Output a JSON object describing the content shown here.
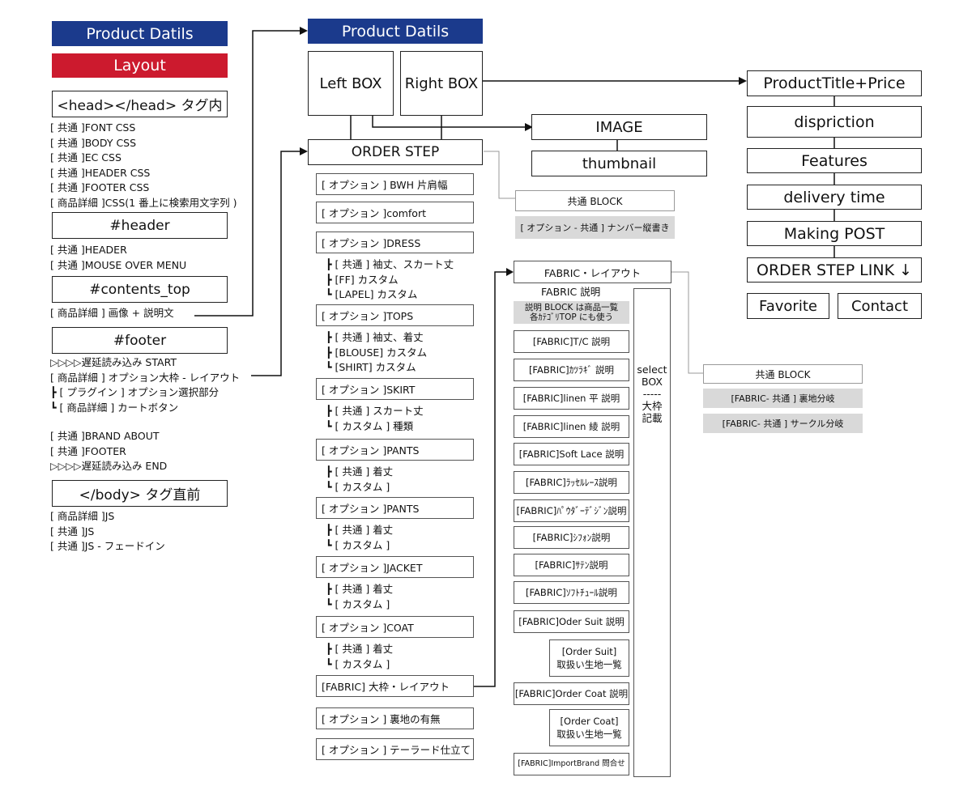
{
  "left_column": {
    "title": "Product Datils",
    "layout_label": "Layout",
    "head_box": "<head></head> タグ内",
    "head_items": [
      "[ 共通 ]FONT CSS",
      "[ 共通 ]BODY CSS",
      "[ 共通 ]EC CSS",
      "[ 共通 ]HEADER CSS",
      "[ 共通 ]FOOTER CSS",
      "[ 商品詳細 ]CSS(1 番上に検索用文字列 )"
    ],
    "header_box": "#header",
    "header_items": [
      "[ 共通 ]HEADER",
      "[ 共通 ]MOUSE OVER MENU"
    ],
    "contents_top_box": "#contents_top",
    "contents_top_item": "[ 商品詳細 ] 画像 + 説明文",
    "footer_box": "#footer",
    "footer_items": [
      "▷▷▷▷遅延読み込み START",
      "[ 商品詳細 ] オプション大枠 - レイアウト",
      "┣ [ プラグイン ] オプション選択部分",
      "┗ [ 商品詳細 ] カートボタン"
    ],
    "footer_items2": [
      "[ 共通 ]BRAND ABOUT",
      "[ 共通 ]FOOTER",
      "▷▷▷▷遅延読み込み END"
    ],
    "body_end_box": "</body> タグ直前",
    "body_end_items": [
      "[ 商品詳細 ]JS",
      "[ 共通 ]JS",
      "[ 共通 ]JS - フェードイン"
    ]
  },
  "middle_column": {
    "title": "Product Datils",
    "left_box": "Left BOX",
    "right_box": "Right BOX",
    "order_step": "ORDER STEP",
    "options": [
      {
        "label": "[ オプション ] BWH 片肩幅",
        "subs": []
      },
      {
        "label": "[ オプション ]comfort",
        "subs": []
      },
      {
        "label": "[ オプション ]DRESS",
        "subs": [
          "┣ [ 共通 ] 袖丈、スカート丈",
          "┣ [FF] カスタム",
          "┗ [LAPEL] カスタム"
        ]
      },
      {
        "label": "[ オプション ]TOPS",
        "subs": [
          "┣ [ 共通 ] 袖丈、着丈",
          "┣ [BLOUSE] カスタム",
          "┗ [SHIRT] カスタム"
        ]
      },
      {
        "label": "[ オプション ]SKIRT",
        "subs": [
          "┣ [ 共通 ] スカート丈",
          "┗ [ カスタム ] 種類"
        ]
      },
      {
        "label": "[ オプション ]PANTS",
        "subs": [
          "┣ [ 共通 ] 着丈",
          "┗ [ カスタム ]"
        ]
      },
      {
        "label": "[ オプション ]PANTS",
        "subs": [
          "┣ [ 共通 ] 着丈",
          "┗ [ カスタム ]"
        ]
      },
      {
        "label": "[ オプション ]JACKET",
        "subs": [
          "┣ [ 共通 ] 着丈",
          "┗ [ カスタム ]"
        ]
      },
      {
        "label": "[ オプション ]COAT",
        "subs": [
          "┣ [ 共通 ] 着丈",
          "┗ [ カスタム ]"
        ]
      },
      {
        "label": "[FABRIC] 大枠・レイアウト",
        "subs": []
      },
      {
        "label": "[ オプション ] 裏地の有無",
        "subs": []
      },
      {
        "label": "[ オプション ] テーラード仕立て",
        "subs": []
      }
    ],
    "image": "IMAGE",
    "thumbnail": "thumbnail",
    "common_block": "共通 BLOCK",
    "common_block_item": "[ オプション - 共通 ] ナンバー縦書き"
  },
  "fabric": {
    "layout": "FABRIC・レイアウト",
    "description": "FABRIC 説明",
    "description_note": [
      "説明 BLOCK は商品一覧",
      "各ｶﾃｺﾞﾘTOP にも使う"
    ],
    "items": [
      {
        "label": "[FABRIC]T/C 説明",
        "indent": false
      },
      {
        "label": "[FABRIC]ｶﾂﾗｷﾞ 説明",
        "indent": false
      },
      {
        "label": "[FABRIC]linen 平 説明",
        "indent": false
      },
      {
        "label": "[FABRIC]linen 綾 説明",
        "indent": false
      },
      {
        "label": "[FABRIC]Soft Lace 説明",
        "indent": false
      },
      {
        "label": "[FABRIC]ﾗｯｾﾙﾚｰｽ説明",
        "indent": false
      },
      {
        "label": "[FABRIC]ﾊﾟｳﾀﾞｰﾃﾞｼﾞﾝ説明",
        "indent": false
      },
      {
        "label": "[FABRIC]ｼﾌｫﾝ説明",
        "indent": false
      },
      {
        "label": "[FABRIC]ｻﾃﾝ説明",
        "indent": false
      },
      {
        "label": "[FABRIC]ｿﾌﾄﾁｭｰﾙ説明",
        "indent": false
      },
      {
        "label": "[FABRIC]Oder Suit 説明",
        "indent": false
      },
      {
        "label": "[Order Suit]\n取扱い生地一覧",
        "indent": true
      },
      {
        "label": "[FABRIC]Order Coat 説明",
        "indent": false
      },
      {
        "label": "[Order Coat]\n取扱い生地一覧",
        "indent": true
      },
      {
        "label": "[FABRIC]ImportBrand 問合せ",
        "indent": false
      }
    ],
    "select_box": "select\nBOX\n-----\n大枠\n記載",
    "common_block": "共通 BLOCK",
    "common_items": [
      "[FABRIC- 共通 ] 裏地分岐",
      "[FABRIC- 共通 ] サークル分岐"
    ]
  },
  "right_column": {
    "items": [
      "ProductTitle+Price",
      "dispriction",
      "Features",
      "delivery time",
      "Making POST",
      "ORDER STEP LINK ↓"
    ],
    "favorite": "Favorite",
    "contact": "Contact"
  },
  "colors": {
    "blue": "#1b3a8c",
    "red": "#cc1a2e",
    "gray": "#d9d9d9"
  }
}
